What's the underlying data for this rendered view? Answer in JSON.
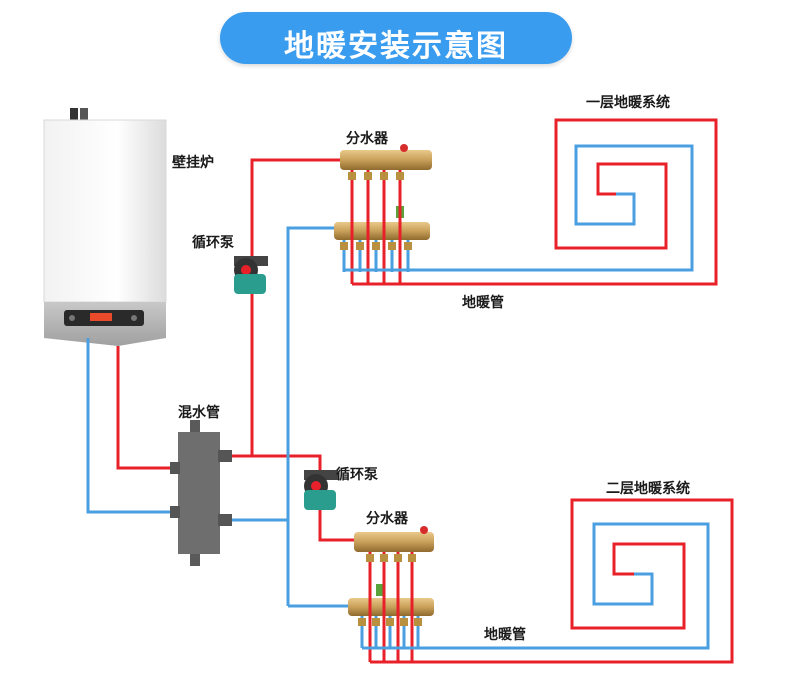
{
  "title": "地暖安装示意图",
  "labels": {
    "boiler": "壁挂炉",
    "pump_top": "循环泵",
    "pump_bottom": "循环泵",
    "mixing_pipe": "混水管",
    "manifold_top": "分水器",
    "manifold_bottom": "分水器",
    "floor_pipe_top": "地暖管",
    "floor_pipe_bottom": "地暖管",
    "system_floor1": "一层地暖系统",
    "system_floor2": "二层地暖系统"
  },
  "colors": {
    "hot_pipe": "#e8202a",
    "cold_pipe": "#4a9fe0",
    "brass": "#c9a05a",
    "mixing_pipe": "#6e6e6e",
    "pump": "#2a9d8f",
    "title_bg": "#3a9cef"
  }
}
